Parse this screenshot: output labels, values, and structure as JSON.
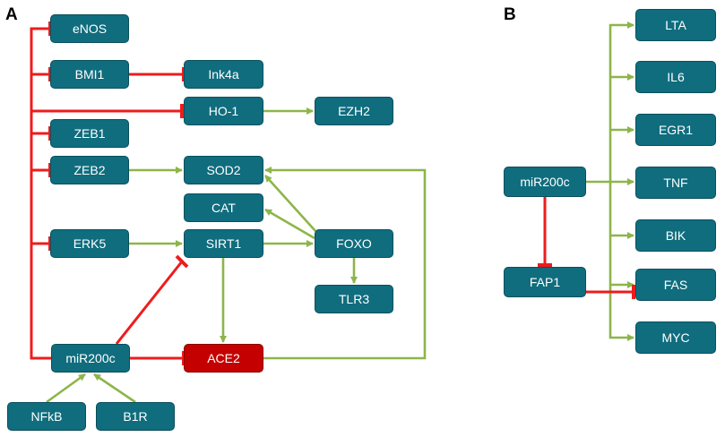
{
  "panels": {
    "a_label": "A",
    "b_label": "B"
  },
  "nodes": {
    "enos": "eNOS",
    "bmi1": "BMI1",
    "ink4a": "Ink4a",
    "ho1": "HO-1",
    "ezh2": "EZH2",
    "zeb1": "ZEB1",
    "zeb2": "ZEB2",
    "sod2": "SOD2",
    "cat": "CAT",
    "erk5": "ERK5",
    "sirt1": "SIRT1",
    "foxo": "FOXO",
    "tlr3": "TLR3",
    "mir200c_a": "miR200c",
    "ace2": "ACE2",
    "nfkb": "NFkB",
    "b1r": "B1R",
    "mir200c_b": "miR200c",
    "fap1": "FAP1",
    "lta": "LTA",
    "il6": "IL6",
    "egr1": "EGR1",
    "tnf": "TNF",
    "bik": "BIK",
    "fas": "FAS",
    "myc": "MYC"
  },
  "colors": {
    "node_fill": "#0f6d7e",
    "node_border": "#0b4f5c",
    "highlight_fill": "#c40000",
    "activation": "#8db54a",
    "inhibition": "#ee1c1c"
  },
  "edges": {
    "activation": [
      [
        "zeb2",
        "sod2"
      ],
      [
        "ho1",
        "ezh2"
      ],
      [
        "erk5",
        "sirt1"
      ],
      [
        "sirt1",
        "foxo"
      ],
      [
        "foxo",
        "cat"
      ],
      [
        "foxo",
        "sod2"
      ],
      [
        "foxo",
        "tlr3"
      ],
      [
        "sirt1",
        "ace2"
      ],
      [
        "ace2",
        "sod2"
      ],
      [
        "nfkb",
        "mir200c_a"
      ],
      [
        "b1r",
        "mir200c_a"
      ],
      [
        "mir200c_b",
        "lta"
      ],
      [
        "mir200c_b",
        "il6"
      ],
      [
        "mir200c_b",
        "egr1"
      ],
      [
        "mir200c_b",
        "tnf"
      ],
      [
        "mir200c_b",
        "bik"
      ],
      [
        "mir200c_b",
        "fas"
      ],
      [
        "mir200c_b",
        "myc"
      ]
    ],
    "inhibition": [
      [
        "mir200c_a",
        "enos"
      ],
      [
        "mir200c_a",
        "bmi1"
      ],
      [
        "mir200c_a",
        "ho1"
      ],
      [
        "mir200c_a",
        "zeb1"
      ],
      [
        "mir200c_a",
        "zeb2"
      ],
      [
        "mir200c_a",
        "erk5"
      ],
      [
        "bmi1",
        "ink4a"
      ],
      [
        "mir200c_a",
        "sirt1"
      ],
      [
        "mir200c_a",
        "ace2"
      ],
      [
        "mir200c_b",
        "fap1"
      ],
      [
        "fap1",
        "fas"
      ]
    ]
  }
}
